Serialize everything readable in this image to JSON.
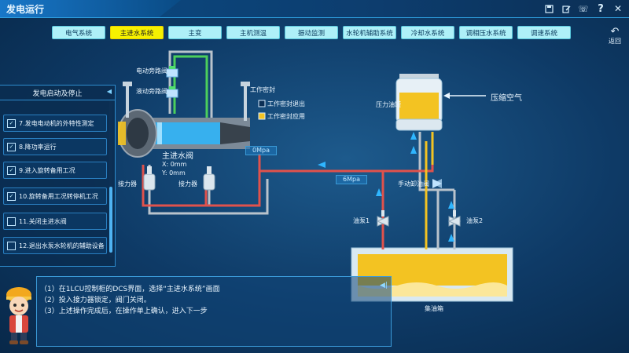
{
  "window": {
    "title": "发电运行",
    "icons": [
      "save-icon",
      "edit-icon",
      "phone-icon",
      "help-icon",
      "close-icon"
    ]
  },
  "tabs": [
    {
      "label": "电气系统",
      "active": false
    },
    {
      "label": "主进水系统",
      "active": true
    },
    {
      "label": "主变",
      "active": false
    },
    {
      "label": "主机测温",
      "active": false
    },
    {
      "label": "振动监测",
      "active": false
    },
    {
      "label": "水轮机辅助系统",
      "active": false
    },
    {
      "label": "冷却水系统",
      "active": false
    },
    {
      "label": "调相压水系统",
      "active": false
    },
    {
      "label": "调速系统",
      "active": false
    }
  ],
  "back_label": "返回",
  "diagram": {
    "electric_bypass_valve": "电动旁路阀",
    "hydraulic_bypass_valve": "液动旁路阀",
    "working_seal": "工作密封",
    "seal_exit": "工作密封退出",
    "seal_apply": "工作密封应用",
    "pressure_tank": "压力油罐",
    "compressed_air": "压缩空气",
    "main_valve": "主进水阀",
    "x_readout": "X: 0mm",
    "y_readout": "Y: 0mm",
    "pressure_main": "0Mpa",
    "pressure_pipe": "6Mpa",
    "connector_left": "接力器",
    "connector_right": "接力器",
    "manual_valve": "手动卸油阀",
    "pump1": "油泵1",
    "pump2": "油泵2",
    "sump": "集油箱",
    "colors": {
      "oil_yellow": "#f3c322",
      "pipe_red": "#e0524c",
      "pipe_gray": "#b9c3cc",
      "pipe_green": "#4ccf5c",
      "water_blue": "#37b0ee"
    }
  },
  "steps_panel": {
    "title": "发电启动及停止",
    "steps": [
      {
        "label": "7.发电电动机的外特性测定",
        "checked": true
      },
      {
        "label": "8.降功率运行",
        "checked": true
      },
      {
        "label": "9.进入旋转备用工况",
        "checked": true
      },
      {
        "label": "10.旋转备用工况转停机工况",
        "checked": true
      },
      {
        "label": "11.关闭主进水阀",
        "checked": false
      },
      {
        "label": "12.退出水泵水轮机的辅助设备",
        "checked": false
      }
    ]
  },
  "instructions": [
    "（1）在1LCU控制柜的DCS界面，选择“主进水系统”画面",
    "（2）投入接力器锁定，阀门关闭。",
    "（3）上述操作完成后，在操作单上确认，进入下一步"
  ]
}
